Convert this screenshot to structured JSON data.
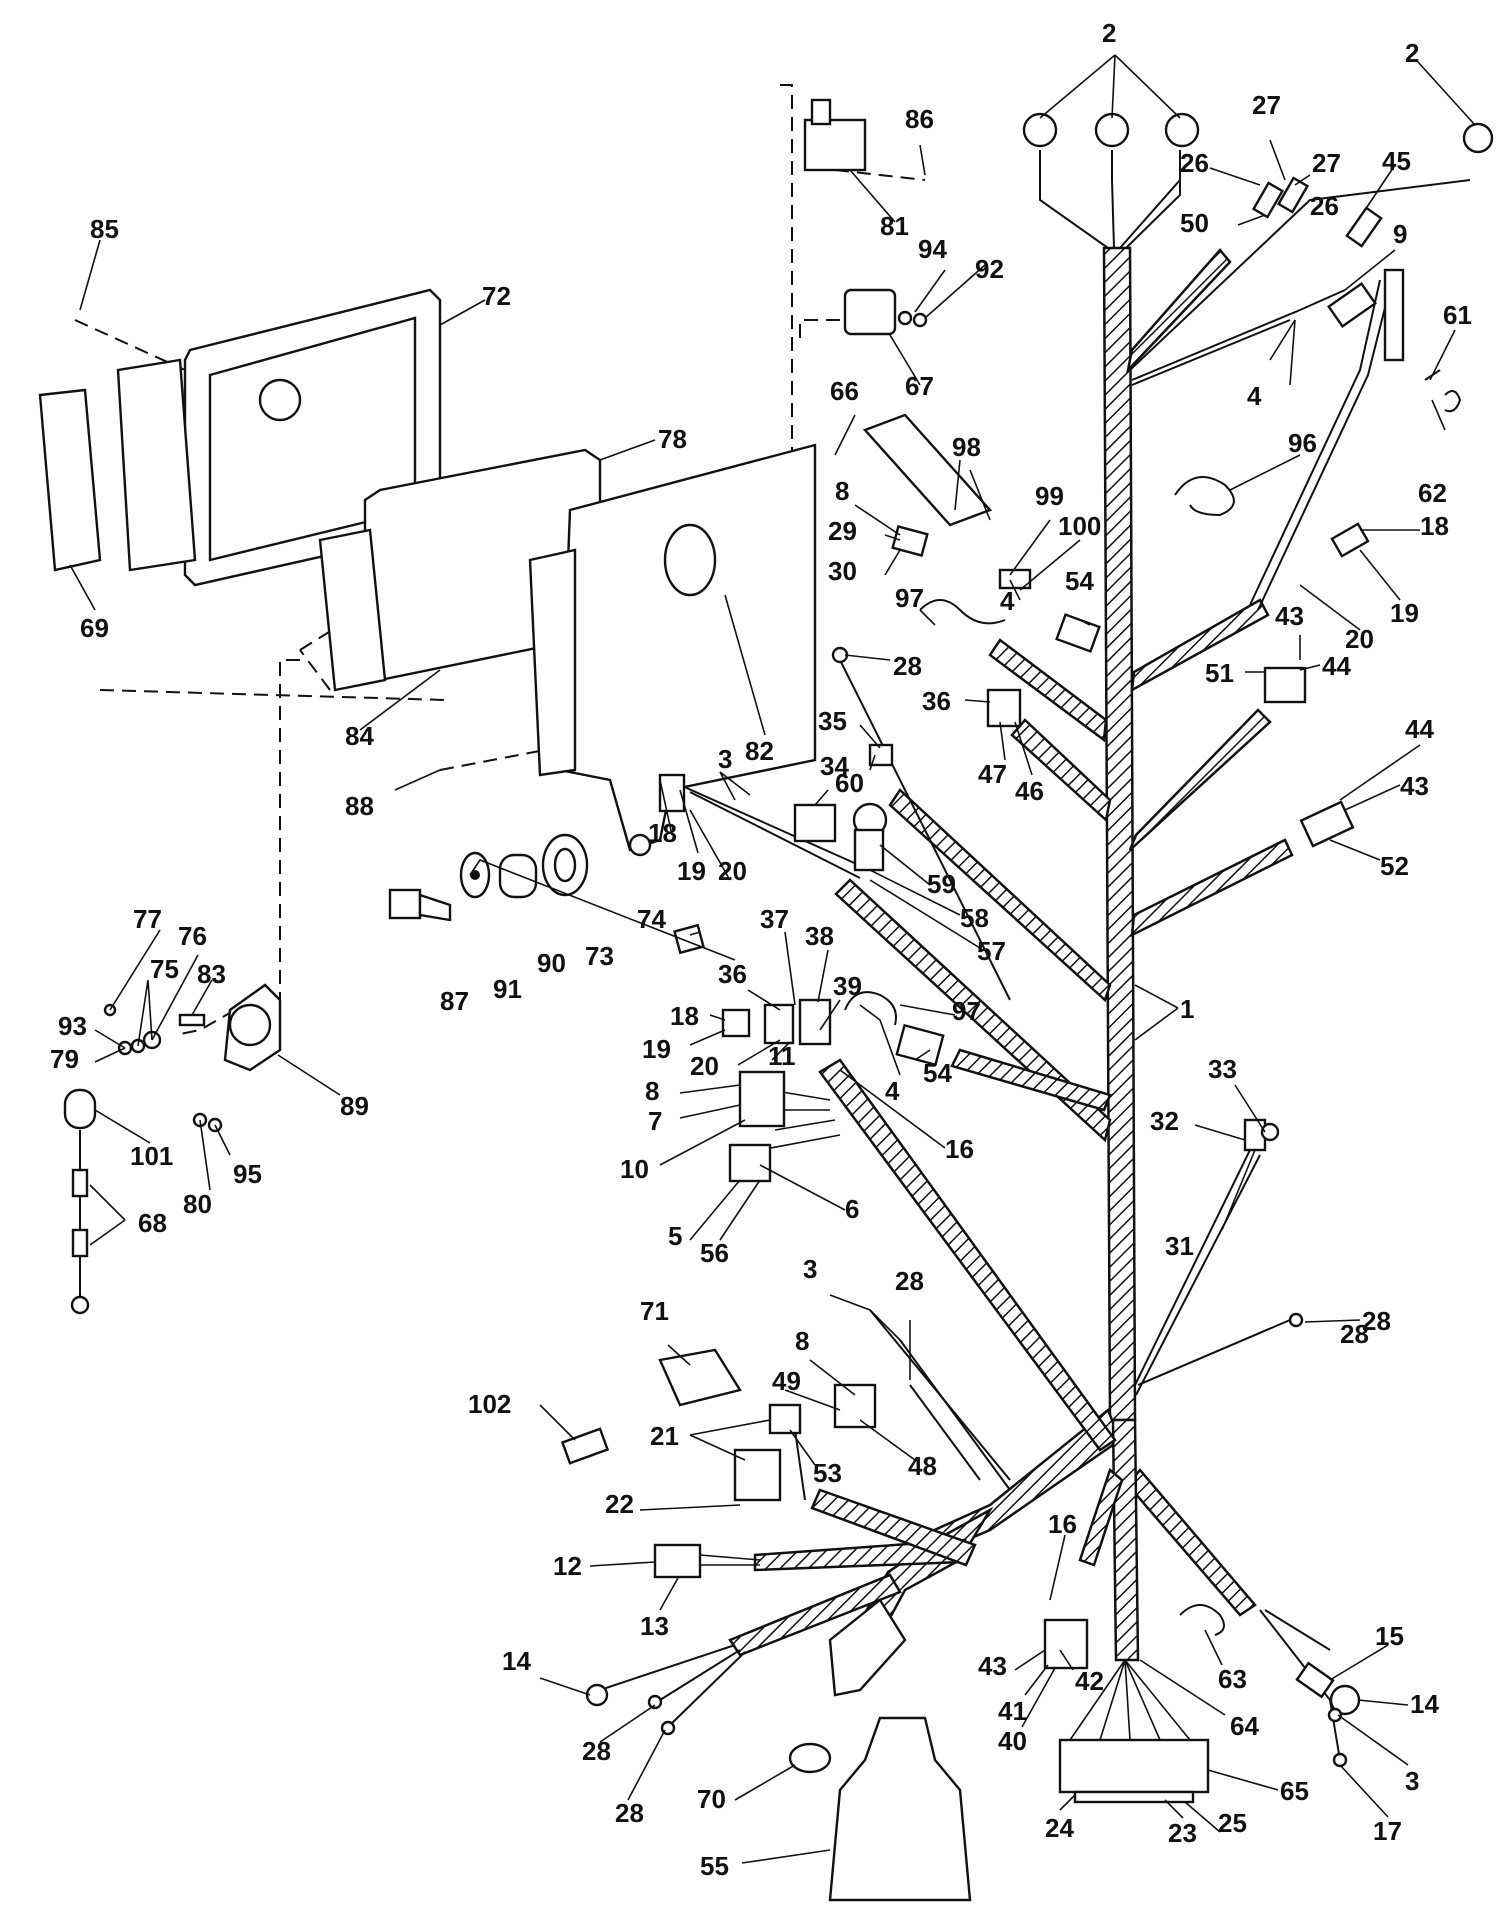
{
  "diagram": {
    "callouts": [
      {
        "id": "c2a",
        "text": "2"
      },
      {
        "id": "c2b",
        "text": "2"
      },
      {
        "id": "c27a",
        "text": "27"
      },
      {
        "id": "c27b",
        "text": "27"
      },
      {
        "id": "c45",
        "text": "45"
      },
      {
        "id": "c26a",
        "text": "26"
      },
      {
        "id": "c26b",
        "text": "26"
      },
      {
        "id": "c50",
        "text": "50"
      },
      {
        "id": "c9",
        "text": "9"
      },
      {
        "id": "c61",
        "text": "61"
      },
      {
        "id": "c4a",
        "text": "4"
      },
      {
        "id": "c96",
        "text": "96"
      },
      {
        "id": "c62",
        "text": "62"
      },
      {
        "id": "c18a",
        "text": "18"
      },
      {
        "id": "c19a",
        "text": "19"
      },
      {
        "id": "c20a",
        "text": "20"
      },
      {
        "id": "c43a",
        "text": "43"
      },
      {
        "id": "c44a",
        "text": "44"
      },
      {
        "id": "c51",
        "text": "51"
      },
      {
        "id": "c44b",
        "text": "44"
      },
      {
        "id": "c43b",
        "text": "43"
      },
      {
        "id": "c52",
        "text": "52"
      },
      {
        "id": "c1",
        "text": "1"
      },
      {
        "id": "c33",
        "text": "33"
      },
      {
        "id": "c32",
        "text": "32"
      },
      {
        "id": "c31",
        "text": "31"
      },
      {
        "id": "c28a",
        "text": "28"
      },
      {
        "id": "c86",
        "text": "86"
      },
      {
        "id": "c81",
        "text": "81"
      },
      {
        "id": "c94",
        "text": "94"
      },
      {
        "id": "c92",
        "text": "92"
      },
      {
        "id": "c67",
        "text": "67"
      },
      {
        "id": "c66",
        "text": "66"
      },
      {
        "id": "c98",
        "text": "98"
      },
      {
        "id": "c99",
        "text": "99"
      },
      {
        "id": "c100",
        "text": "100"
      },
      {
        "id": "c54a",
        "text": "54"
      },
      {
        "id": "c4b",
        "text": "4"
      },
      {
        "id": "c8a",
        "text": "8"
      },
      {
        "id": "c29",
        "text": "29"
      },
      {
        "id": "c30",
        "text": "30"
      },
      {
        "id": "c97a",
        "text": "97"
      },
      {
        "id": "c28b",
        "text": "28"
      },
      {
        "id": "c36a",
        "text": "36"
      },
      {
        "id": "c47",
        "text": "47"
      },
      {
        "id": "c46",
        "text": "46"
      },
      {
        "id": "c35",
        "text": "35"
      },
      {
        "id": "c34",
        "text": "34"
      },
      {
        "id": "c85",
        "text": "85"
      },
      {
        "id": "c72",
        "text": "72"
      },
      {
        "id": "c78",
        "text": "78"
      },
      {
        "id": "c69",
        "text": "69"
      },
      {
        "id": "c84",
        "text": "84"
      },
      {
        "id": "c82",
        "text": "82"
      },
      {
        "id": "c88",
        "text": "88"
      },
      {
        "id": "c3a",
        "text": "3"
      },
      {
        "id": "c60",
        "text": "60"
      },
      {
        "id": "c18b",
        "text": "18"
      },
      {
        "id": "c19b",
        "text": "19"
      },
      {
        "id": "c20b",
        "text": "20"
      },
      {
        "id": "c59",
        "text": "59"
      },
      {
        "id": "c58",
        "text": "58"
      },
      {
        "id": "c57",
        "text": "57"
      },
      {
        "id": "c87",
        "text": "87"
      },
      {
        "id": "c91",
        "text": "91"
      },
      {
        "id": "c90",
        "text": "90"
      },
      {
        "id": "c73",
        "text": "73"
      },
      {
        "id": "c74",
        "text": "74"
      },
      {
        "id": "c37",
        "text": "37"
      },
      {
        "id": "c38",
        "text": "38"
      },
      {
        "id": "c36b",
        "text": "36"
      },
      {
        "id": "c18c",
        "text": "18"
      },
      {
        "id": "c39",
        "text": "39"
      },
      {
        "id": "c97b",
        "text": "97"
      },
      {
        "id": "c19c",
        "text": "19"
      },
      {
        "id": "c20c",
        "text": "20"
      },
      {
        "id": "c11",
        "text": "11"
      },
      {
        "id": "c4c",
        "text": "4"
      },
      {
        "id": "c54b",
        "text": "54"
      },
      {
        "id": "c8b",
        "text": "8"
      },
      {
        "id": "c7",
        "text": "7"
      },
      {
        "id": "c16a",
        "text": "16"
      },
      {
        "id": "c10",
        "text": "10"
      },
      {
        "id": "c6",
        "text": "6"
      },
      {
        "id": "c5",
        "text": "5"
      },
      {
        "id": "c56",
        "text": "56"
      },
      {
        "id": "c77",
        "text": "77"
      },
      {
        "id": "c76",
        "text": "76"
      },
      {
        "id": "c75",
        "text": "75"
      },
      {
        "id": "c83",
        "text": "83"
      },
      {
        "id": "c93",
        "text": "93"
      },
      {
        "id": "c79",
        "text": "79"
      },
      {
        "id": "c89",
        "text": "89"
      },
      {
        "id": "c101",
        "text": "101"
      },
      {
        "id": "c95",
        "text": "95"
      },
      {
        "id": "c80",
        "text": "80"
      },
      {
        "id": "c68",
        "text": "68"
      },
      {
        "id": "c3b",
        "text": "3"
      },
      {
        "id": "c28c",
        "text": "28"
      },
      {
        "id": "c28d",
        "text": "28"
      },
      {
        "id": "c71",
        "text": "71"
      },
      {
        "id": "c8c",
        "text": "8"
      },
      {
        "id": "c49",
        "text": "49"
      },
      {
        "id": "c48",
        "text": "48"
      },
      {
        "id": "c102",
        "text": "102"
      },
      {
        "id": "c21",
        "text": "21"
      },
      {
        "id": "c53",
        "text": "53"
      },
      {
        "id": "c22",
        "text": "22"
      },
      {
        "id": "c12",
        "text": "12"
      },
      {
        "id": "c13",
        "text": "13"
      },
      {
        "id": "c16b",
        "text": "16"
      },
      {
        "id": "c14a",
        "text": "14"
      },
      {
        "id": "c28e",
        "text": "28"
      },
      {
        "id": "c28f",
        "text": "28"
      },
      {
        "id": "c70",
        "text": "70"
      },
      {
        "id": "c55",
        "text": "55"
      },
      {
        "id": "c43c",
        "text": "43"
      },
      {
        "id": "c42",
        "text": "42"
      },
      {
        "id": "c41",
        "text": "41"
      },
      {
        "id": "c40",
        "text": "40"
      },
      {
        "id": "c63",
        "text": "63"
      },
      {
        "id": "c64",
        "text": "64"
      },
      {
        "id": "c15",
        "text": "15"
      },
      {
        "id": "c14b",
        "text": "14"
      },
      {
        "id": "c3c",
        "text": "3"
      },
      {
        "id": "c17",
        "text": "17"
      },
      {
        "id": "c65",
        "text": "65"
      },
      {
        "id": "c24",
        "text": "24"
      },
      {
        "id": "c23",
        "text": "23"
      },
      {
        "id": "c25",
        "text": "25"
      }
    ]
  }
}
